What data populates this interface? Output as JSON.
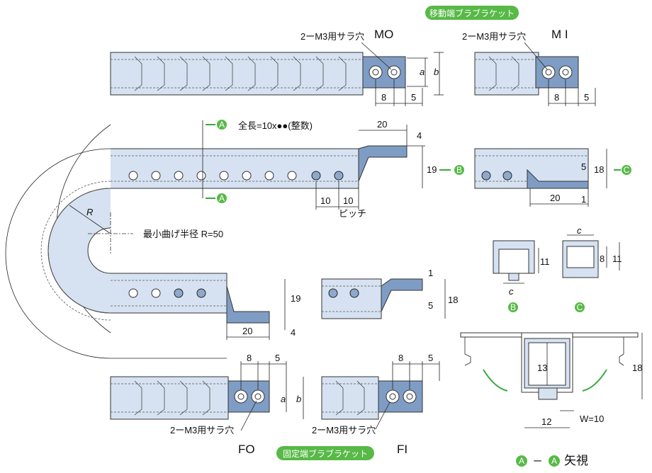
{
  "labels": {
    "mo": "MO",
    "mi": "M I",
    "fo": "FO",
    "fi": "FI",
    "moving_bracket": "移動端ブラブラケット",
    "fixed_bracket": "固定端ブラブラケット",
    "m3_hole": "2ーM3用サラ穴",
    "total_length": "全長=10x●●(整数)",
    "min_radius": "最小曲げ半径 R=50",
    "radius_R": "R",
    "pitch": "ピッチ",
    "view": "ー",
    "view_suffix": "矢視",
    "marker_a": "A",
    "marker_b": "B",
    "marker_c": "C",
    "width": "W=10",
    "c": "c",
    "a": "a",
    "b": "b"
  },
  "dims": {
    "d8": "8",
    "d5": "5",
    "d20": "20",
    "d4": "4",
    "d19": "19",
    "d10": "10",
    "d18": "18",
    "d1": "1",
    "d11": "11",
    "d13": "13",
    "d12": "12"
  },
  "colors": {
    "link_fill": "#d6e2f1",
    "bracket_fill": "#7f9dc4",
    "accent_green": "#58b947"
  }
}
